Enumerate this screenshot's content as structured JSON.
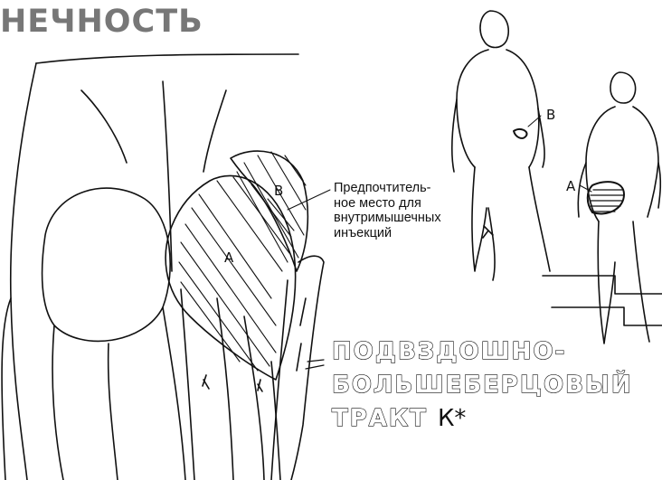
{
  "title": "НЕЧНОСТЬ",
  "caption": {
    "lines": [
      "Предпочтитель-",
      "ное место для",
      "внутримышечных",
      "инъекций"
    ]
  },
  "tract_label": {
    "line1": "ПОДВЗДОШНО-",
    "line2": "БОЛЬШЕБЕРЦОВЫЙ",
    "line3": "ТРАКТ",
    "suffix": "К*"
  },
  "labels": {
    "area_a_large": "A",
    "area_b_large": "B",
    "area_b_figure": "B",
    "area_a_figure": "A"
  }
}
